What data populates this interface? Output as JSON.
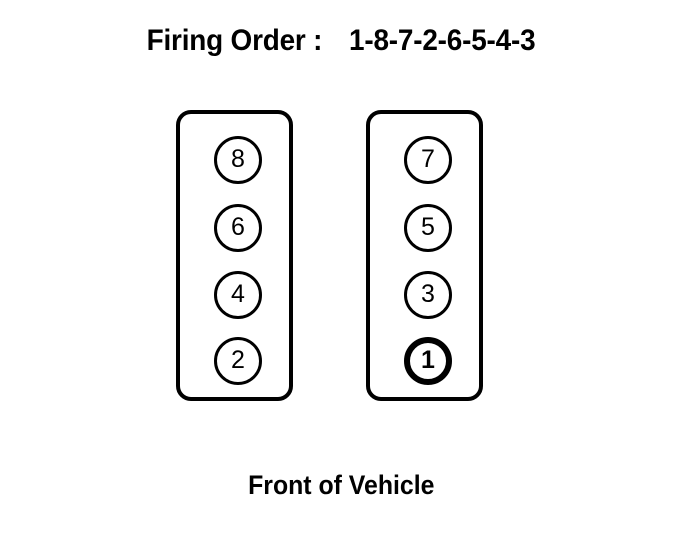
{
  "title": {
    "label": "Firing Order :",
    "sequence": "1-8-7-2-6-5-4-3"
  },
  "caption": {
    "text": "Front of Vehicle"
  },
  "banks": {
    "left": {
      "name": "left-cylinder-bank",
      "cylinders": [
        {
          "number": "8",
          "highlighted": false
        },
        {
          "number": "6",
          "highlighted": false
        },
        {
          "number": "4",
          "highlighted": false
        },
        {
          "number": "2",
          "highlighted": false
        }
      ]
    },
    "right": {
      "name": "right-cylinder-bank",
      "cylinders": [
        {
          "number": "7",
          "highlighted": false
        },
        {
          "number": "5",
          "highlighted": false
        },
        {
          "number": "3",
          "highlighted": false
        },
        {
          "number": "1",
          "highlighted": true
        }
      ]
    }
  },
  "colors": {
    "background": "#ffffff",
    "ink": "#000000"
  }
}
